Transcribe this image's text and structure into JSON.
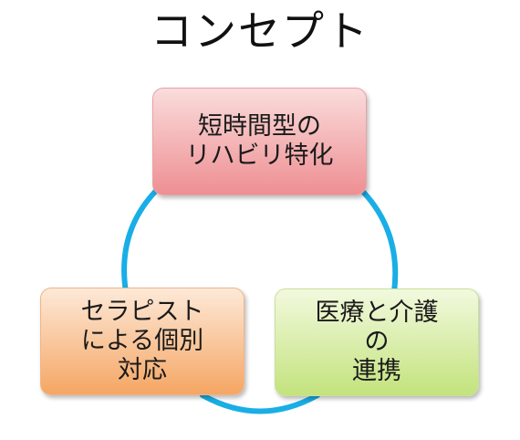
{
  "title": "コンセプト",
  "nodes": {
    "top": "短時間型の\nリハビリ特化",
    "left": "セラピスト\nによる個別\n対応",
    "right": "医療と介護\nの\n連携"
  },
  "colors": {
    "cycle": "#19aee6",
    "top_box": "#ee8f92",
    "left_box": "#f5a663",
    "right_box": "#c3e37d"
  }
}
